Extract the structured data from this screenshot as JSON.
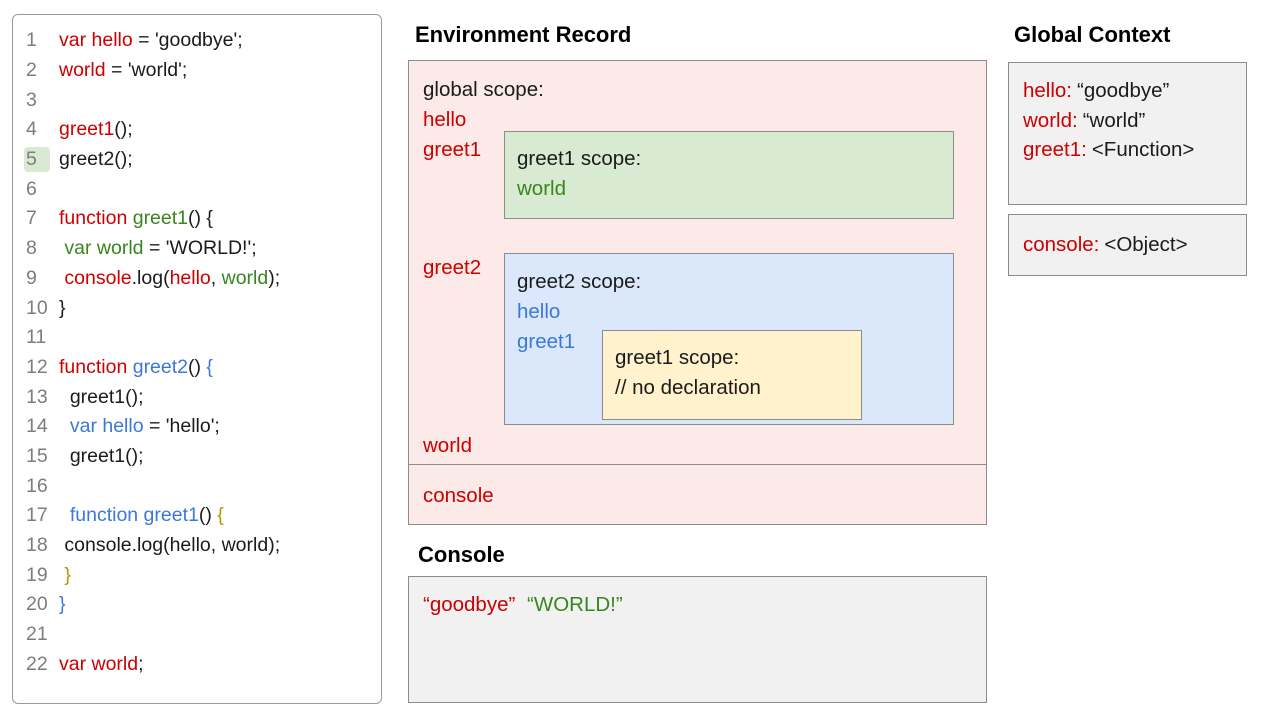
{
  "colors": {
    "red": "#cc0000",
    "green": "#38861d",
    "blue": "#3c78d8",
    "yellow": "#bf9000",
    "code-black": "#1b1b1b",
    "line-number": "#7d7d7d",
    "highlight": "#d9ead3",
    "pink-fill": "#fceae8",
    "green-fill": "#d9ead3",
    "blue-fill": "#dbe8fb",
    "yellow-fill": "#fff2cc",
    "gray-fill": "#f1f1f1",
    "box-border": "#8c8c8c"
  },
  "code_panel": {
    "highlighted_line": "5",
    "lines": [
      {
        "num": "1",
        "tokens": [
          {
            "t": "var hello",
            "c": "red"
          },
          {
            "t": " = 'goodbye';",
            "c": "code-black"
          }
        ]
      },
      {
        "num": "2",
        "tokens": [
          {
            "t": "world",
            "c": "red"
          },
          {
            "t": " = 'world';",
            "c": "code-black"
          }
        ]
      },
      {
        "num": "3",
        "tokens": []
      },
      {
        "num": "4",
        "tokens": [
          {
            "t": "greet1",
            "c": "red"
          },
          {
            "t": "();",
            "c": "code-black"
          }
        ]
      },
      {
        "num": "5",
        "tokens": [
          {
            "t": "greet2();",
            "c": "code-black"
          }
        ]
      },
      {
        "num": "6",
        "tokens": []
      },
      {
        "num": "7",
        "tokens": [
          {
            "t": "function ",
            "c": "red"
          },
          {
            "t": "greet1",
            "c": "green"
          },
          {
            "t": "() {",
            "c": "code-black"
          }
        ]
      },
      {
        "num": "8",
        "tokens": [
          {
            "t": " ",
            "c": "code-black"
          },
          {
            "t": "var world",
            "c": "green"
          },
          {
            "t": " = 'WORLD!';",
            "c": "code-black"
          }
        ]
      },
      {
        "num": "9",
        "tokens": [
          {
            "t": " ",
            "c": "code-black"
          },
          {
            "t": "console",
            "c": "red"
          },
          {
            "t": ".log(",
            "c": "code-black"
          },
          {
            "t": "hello",
            "c": "red"
          },
          {
            "t": ", ",
            "c": "code-black"
          },
          {
            "t": "world",
            "c": "green"
          },
          {
            "t": ");",
            "c": "code-black"
          }
        ]
      },
      {
        "num": "10",
        "tokens": [
          {
            "t": "}",
            "c": "code-black"
          }
        ]
      },
      {
        "num": "11",
        "tokens": []
      },
      {
        "num": "12",
        "tokens": [
          {
            "t": "function ",
            "c": "red"
          },
          {
            "t": "greet2",
            "c": "blue"
          },
          {
            "t": "() ",
            "c": "code-black"
          },
          {
            "t": "{",
            "c": "blue"
          }
        ]
      },
      {
        "num": "13",
        "tokens": [
          {
            "t": "  greet1();",
            "c": "code-black"
          }
        ]
      },
      {
        "num": "14",
        "tokens": [
          {
            "t": "  ",
            "c": "code-black"
          },
          {
            "t": "var hello",
            "c": "blue"
          },
          {
            "t": " = 'hello';",
            "c": "code-black"
          }
        ]
      },
      {
        "num": "15",
        "tokens": [
          {
            "t": "  greet1();",
            "c": "code-black"
          }
        ]
      },
      {
        "num": "16",
        "tokens": []
      },
      {
        "num": "17",
        "tokens": [
          {
            "t": "  ",
            "c": "code-black"
          },
          {
            "t": "function greet1",
            "c": "blue"
          },
          {
            "t": "() ",
            "c": "code-black"
          },
          {
            "t": "{",
            "c": "yellow"
          }
        ]
      },
      {
        "num": "18",
        "tokens": [
          {
            "t": " console.log(hello, world);",
            "c": "code-black"
          }
        ]
      },
      {
        "num": "19",
        "tokens": [
          {
            "t": " ",
            "c": "code-black"
          },
          {
            "t": "}",
            "c": "yellow"
          }
        ]
      },
      {
        "num": "20",
        "tokens": [
          {
            "t": "}",
            "c": "blue"
          }
        ]
      },
      {
        "num": "21",
        "tokens": []
      },
      {
        "num": "22",
        "tokens": [
          {
            "t": "var world",
            "c": "red"
          },
          {
            "t": ";",
            "c": "code-black"
          }
        ]
      }
    ]
  },
  "environment_record": {
    "heading": "Environment Record",
    "global_scope_label": "global scope:",
    "hello": "hello",
    "greet1": "greet1",
    "greet2": "greet2",
    "world": "world",
    "console": "console",
    "greet1_scope": {
      "label": "greet1 scope:",
      "world": "world"
    },
    "greet2_scope": {
      "label": "greet2 scope:",
      "hello": "hello",
      "greet1": "greet1",
      "inner_scope": {
        "label": "greet1 scope:",
        "comment": "// no declaration"
      }
    }
  },
  "console_panel": {
    "heading": "Console",
    "outputs": [
      {
        "text": "“goodbye”",
        "c": "red"
      },
      {
        "text": "“WORLD!”",
        "c": "green"
      }
    ]
  },
  "global_context": {
    "heading": "Global Context",
    "bindings": [
      {
        "name": "hello:",
        "value": "“goodbye”"
      },
      {
        "name": "world:",
        "value": "“world”"
      },
      {
        "name": "greet1:",
        "value": "<Function>"
      }
    ],
    "console_binding": {
      "name": "console:",
      "value": "<Object>"
    }
  }
}
